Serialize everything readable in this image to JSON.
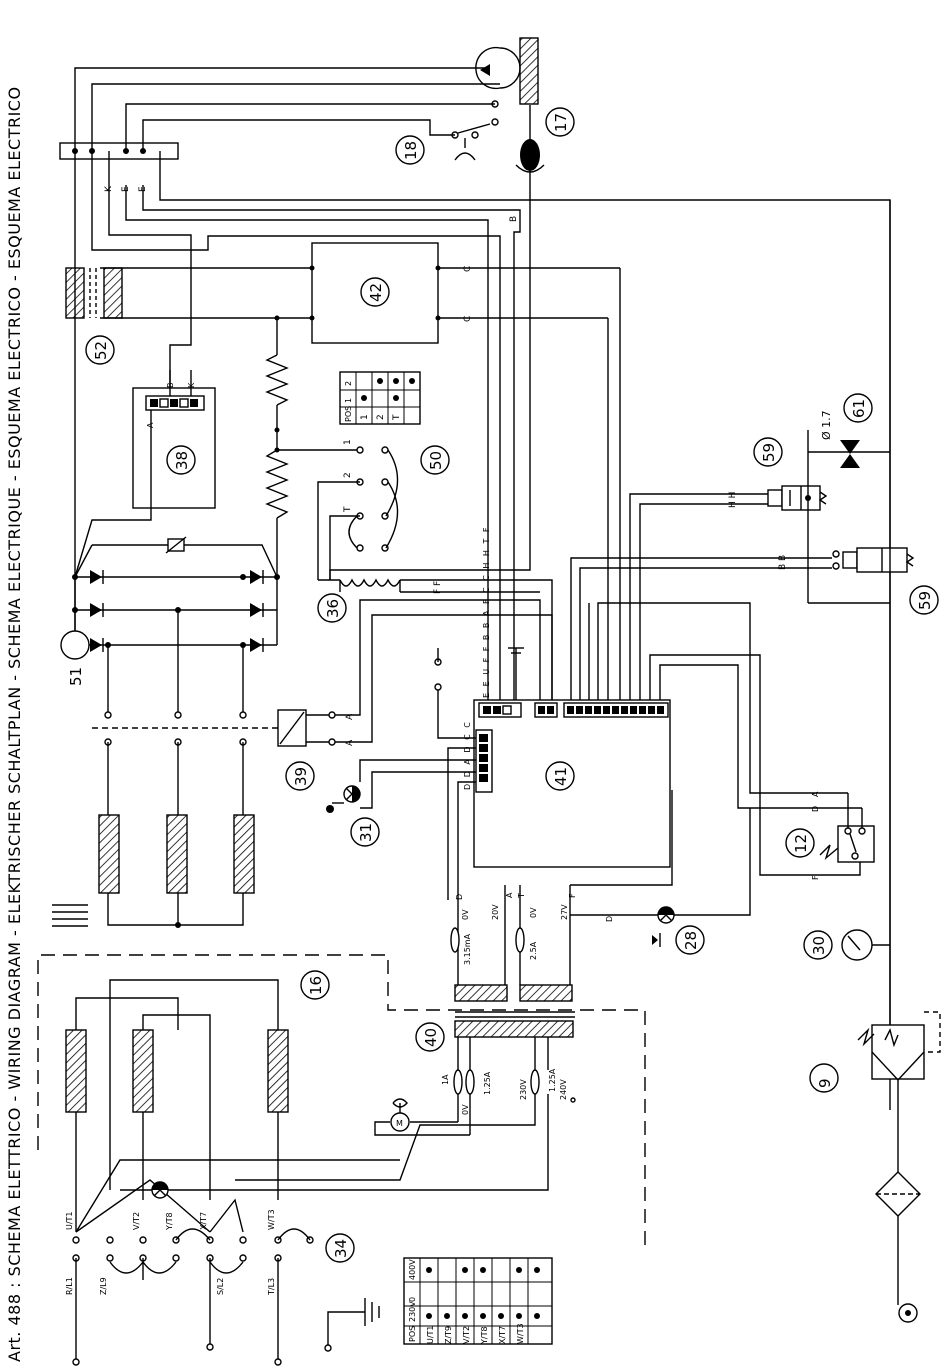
{
  "title": "Art. 488 : SCHEMA ELETTRICO - WIRING DIAGRAM - ELEKTRISCHER SCHALTPLAN - SCHEMA ELECTRIQUE - ESQUEMA ELECTRICO - ESQUEMA ELECTRICO",
  "components": {
    "c9": "9",
    "c12": "12",
    "c16": "16",
    "c17": "17",
    "c18": "18",
    "c28": "28",
    "c30": "30",
    "c31": "31",
    "c34": "34",
    "c36": "36",
    "c38": "38",
    "c39": "39",
    "c40": "40",
    "c41": "41",
    "c42": "42",
    "c50": "50",
    "c51": "51",
    "c52": "52",
    "c59a": "59",
    "c59b": "59",
    "c61": "61"
  },
  "wire_labels": {
    "K": "K",
    "E": "E",
    "B": "B",
    "C": "C",
    "A": "A",
    "D": "D",
    "F": "F",
    "U": "U",
    "T": "T",
    "H": "H"
  },
  "connector_41_top": "E E U F F B B A F C C H H T F",
  "connector_41_left": "D D A D C C",
  "connector_38": "A B K",
  "terminals_36": "F F",
  "valve_59_top": "H H",
  "valve_59_bottom": "B B",
  "orifice_61": "Ø 1.7",
  "transformer_40": {
    "sec_left": [
      "D",
      "0V",
      "3.15mA"
    ],
    "sec_mid_1": "20V",
    "sec_mid_2": "A",
    "sec_mid_3": "T",
    "sec_mid_fuse": "2.5A",
    "sec_mid_0v": "0V",
    "sec_right": "27V",
    "sec_right_label": "F",
    "lamp_wire": "D",
    "pri_fuse_1": "1A",
    "pri_fuse_2": "1.25A",
    "pri_0v": "0V",
    "pri_230": "230V",
    "pri_fuse_3": "1.25A",
    "pri_240": "240V"
  },
  "switch_50_table": {
    "header": [
      "POS",
      "1",
      "2"
    ],
    "rows": [
      [
        "1",
        "●",
        ""
      ],
      [
        "2",
        "",
        "●"
      ],
      [
        "T",
        "●",
        "●"
      ]
    ]
  },
  "switch_50_terms": [
    "1",
    "2",
    "T"
  ],
  "terminal_34": {
    "top": [
      "U/T1",
      "V/T2",
      "Y/T8",
      "X/T7",
      "W/T3"
    ],
    "bottom": [
      "R/L1",
      "Z/L9",
      "S/L2",
      "T/L3"
    ]
  },
  "voltage_table": {
    "headers": [
      "POS",
      "U/T1",
      "Z/T9",
      "V/T2",
      "Y/T8",
      "X/T7",
      "W/T3"
    ],
    "row_400": [
      "400V",
      "●",
      "",
      "●",
      "●",
      "",
      "●"
    ],
    "row_230": [
      "230V",
      "●",
      "●",
      "●",
      "●",
      "●",
      "●"
    ]
  }
}
